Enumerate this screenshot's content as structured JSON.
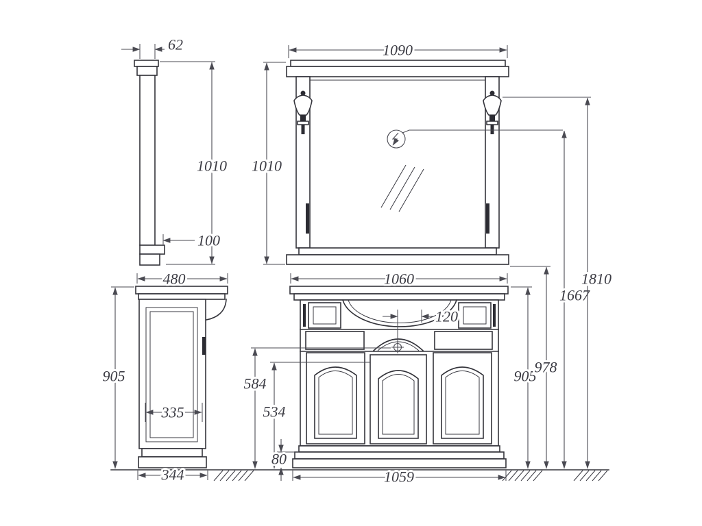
{
  "drawing": {
    "type": "furniture-technical-drawing",
    "colors": {
      "background": "#ffffff",
      "lines": "#33333a",
      "dimension_lines": "#4a4a52",
      "labels": "#3c3c44"
    },
    "icons": {
      "electric_symbol": "lightning-in-circle",
      "faucet_center": "circle-cross",
      "lamps": "wall-sconce"
    },
    "labels": {
      "side_top_depth": "62",
      "mirror_side_height": "1010",
      "shelf_depth": "100",
      "mirror_width": "1090",
      "mirror_height": "1010",
      "counter_width": "1060",
      "sink_offset": "120",
      "height_to_faucet": "584",
      "height_to_door_top": "534",
      "plinth_height": "80",
      "base_width": "1059",
      "cabinet_height_right": "905",
      "counter_height": "978",
      "socket_height": "1667",
      "total_height": "1810",
      "side_depth": "480",
      "cabinet_height_left": "905",
      "panel_depth": "335",
      "base_depth": "344"
    }
  }
}
